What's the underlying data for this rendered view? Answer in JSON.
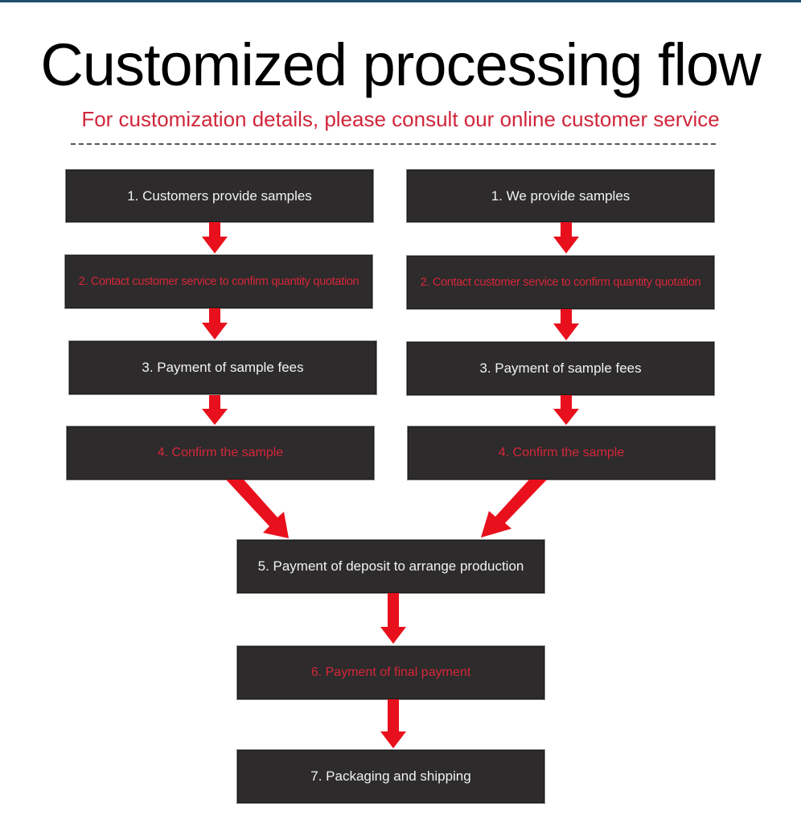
{
  "header": {
    "title": "Customized processing flow",
    "subtitle": "For customization details, please consult our online customer service"
  },
  "colors": {
    "box_background": "#2d2b2b",
    "arrow": "#e8101c",
    "highlight_text": "#d5263a",
    "normal_text": "#f2f2f2"
  },
  "left_flow": [
    {
      "label": "1. Customers provide samples",
      "highlight": false
    },
    {
      "label": "2. Contact customer service to confirm quantity quotation",
      "highlight": true
    },
    {
      "label": "3. Payment of sample fees",
      "highlight": false
    },
    {
      "label": "4. Confirm the sample",
      "highlight": true
    }
  ],
  "right_flow": [
    {
      "label": "1. We provide samples",
      "highlight": false
    },
    {
      "label": "2. Contact customer service to confirm quantity quotation",
      "highlight": true
    },
    {
      "label": "3. Payment of sample fees",
      "highlight": false
    },
    {
      "label": "4. Confirm the sample",
      "highlight": true
    }
  ],
  "merged_flow": [
    {
      "label": "5. Payment of deposit to arrange production",
      "highlight": false
    },
    {
      "label": "6. Payment of final payment",
      "highlight": true
    },
    {
      "label": "7. Packaging and shipping",
      "highlight": false
    }
  ]
}
